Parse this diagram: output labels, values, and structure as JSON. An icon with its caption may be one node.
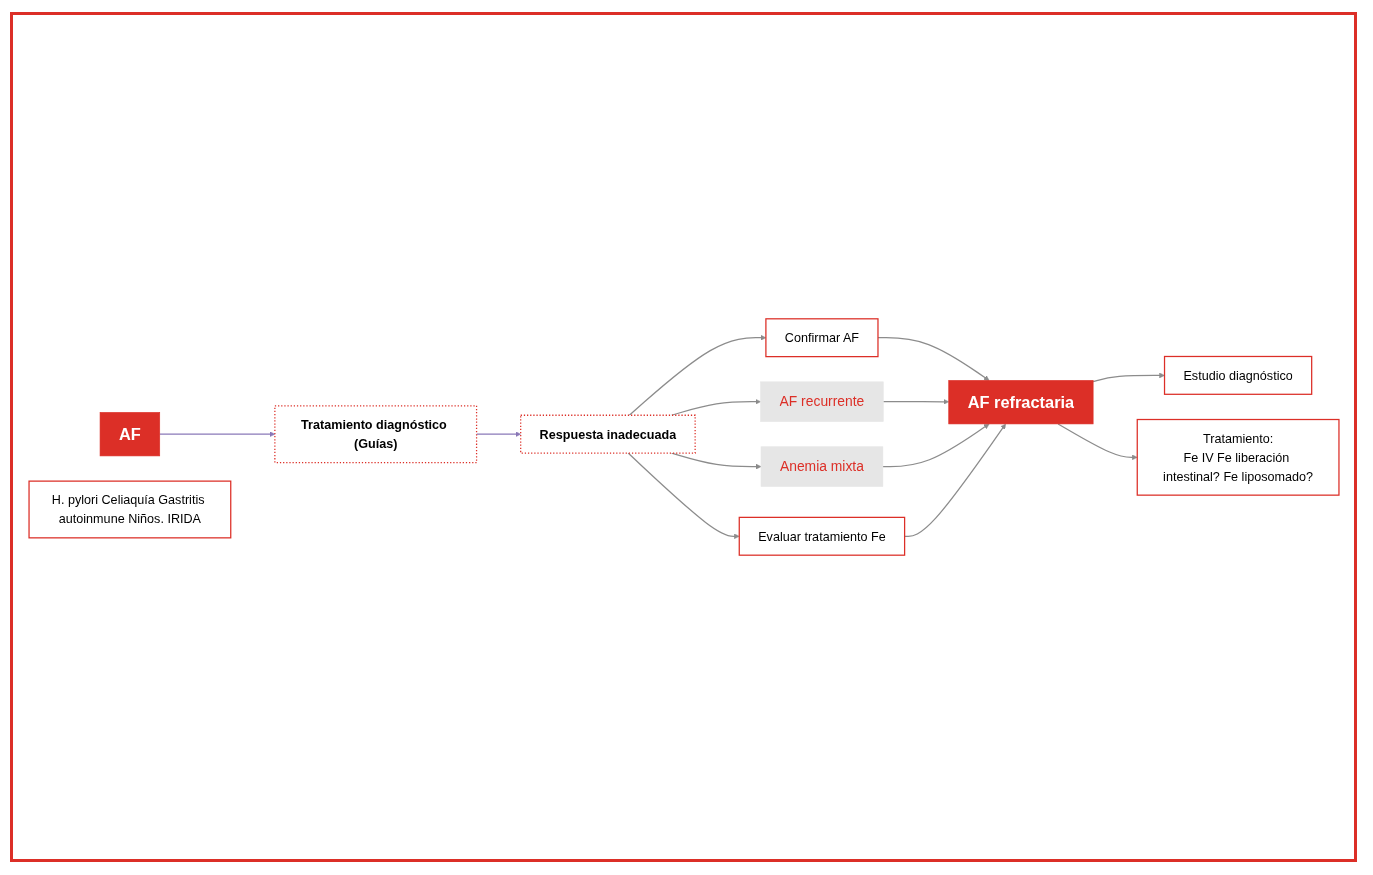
{
  "diagram": {
    "nodes": [
      {
        "text": [
          "Tratamiento diagnóstico (Guías)"
        ]
      },
      {
        "text": [
          "AF"
        ]
      },
      {
        "text": [
          "Respuesta inadecuada"
        ]
      },
      {
        "text": [
          "Confirmar AF"
        ]
      },
      {
        "text": [
          "AF recurrente"
        ]
      },
      {
        "text": [
          "Anemia mixta"
        ]
      },
      {
        "text": [
          "Evaluar tratamiento Fe"
        ]
      },
      {
        "text": [
          "AF refractaria"
        ]
      },
      {
        "text": [
          "Estudio diagnóstico"
        ]
      },
      {
        "text": [
          "H. pylori Celiaquía Gastritis autoinmune Niños. IRIDA"
        ]
      },
      {
        "text": [
          "Tratamiento:",
          "Fe IV Fe liberación intestinal? Fe liposomado?"
        ]
      }
    ],
    "edges": [
      {
        "from": 1,
        "to": 0,
        "arrow": "to",
        "color": "#8a78b8"
      },
      {
        "from": 0,
        "to": 2,
        "arrow": "to",
        "color": "#8a78b8"
      },
      {
        "from": 2,
        "to": 3,
        "arrow": "to"
      },
      {
        "from": 2,
        "to": 4,
        "arrow": "to"
      },
      {
        "from": 2,
        "to": 5,
        "arrow": "to"
      },
      {
        "from": 2,
        "to": 6,
        "arrow": "to"
      },
      {
        "from": 3,
        "to": 7,
        "arrow": "to"
      },
      {
        "from": 4,
        "to": 7,
        "arrow": "to"
      },
      {
        "from": 5,
        "to": 7,
        "arrow": "to"
      },
      {
        "from": 6,
        "to": 7,
        "arrow": "to"
      },
      {
        "from": 7,
        "to": 8,
        "arrow": "to"
      },
      {
        "from": 7,
        "to": 10,
        "arrow": "to"
      }
    ]
  }
}
